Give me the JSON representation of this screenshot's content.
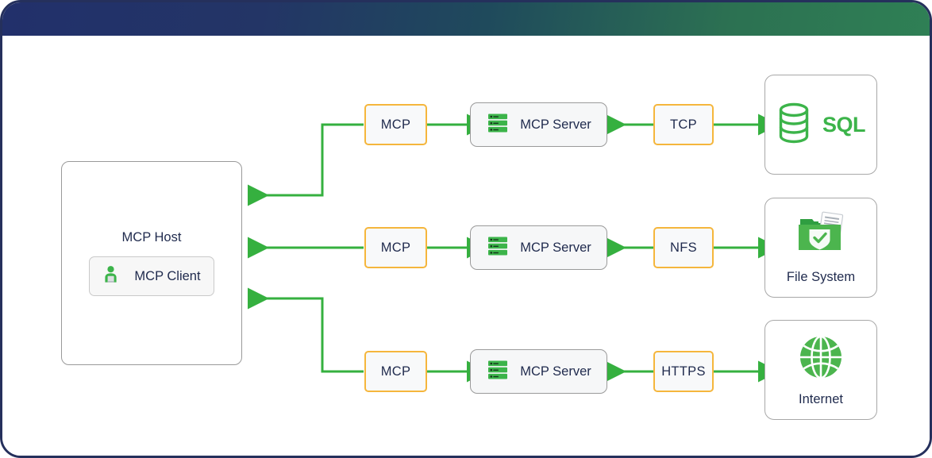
{
  "page": {
    "border_color": "#25305c",
    "header_gradient_from": "#22306b",
    "header_gradient_to": "#2f8055"
  },
  "palette": {
    "green": "#3cb44a",
    "green_arrow": "#35b03f",
    "amber": "#f5b63c",
    "navy_text": "#1f2a4d",
    "gray_border": "#9a9a9a"
  },
  "host": {
    "title": "MCP Host",
    "client": {
      "label": "MCP Client",
      "icon": "person-laptop-icon"
    }
  },
  "rows": [
    {
      "id": "sql-row",
      "protocol_left": "MCP",
      "server": "MCP Server",
      "server_icon": "server-stack-icon",
      "protocol_right": "TCP",
      "resource_label": "SQL",
      "resource_icon": "database-icon",
      "resource_label_inline": true
    },
    {
      "id": "filesystem-row",
      "protocol_left": "MCP",
      "server": "MCP Server",
      "server_icon": "server-stack-icon",
      "protocol_right": "NFS",
      "resource_label": "File System",
      "resource_icon": "folder-shield-icon",
      "resource_label_inline": false
    },
    {
      "id": "internet-row",
      "protocol_left": "MCP",
      "server": "MCP Server",
      "server_icon": "server-stack-icon",
      "protocol_right": "HTTPS",
      "resource_label": "Internet",
      "resource_icon": "globe-icon",
      "resource_label_inline": false
    }
  ]
}
